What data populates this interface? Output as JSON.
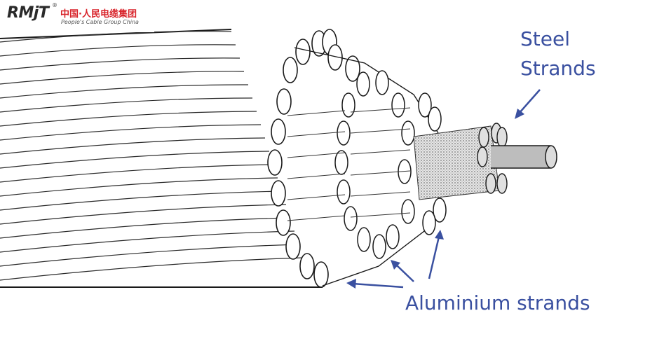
{
  "logo": {
    "brand": "RMjT",
    "registered_mark": "®",
    "chinese_name": "中国·人民电缆集团",
    "english_name": "People's Cable Group China"
  },
  "labels": {
    "steel_line1": "Steel",
    "steel_line2": "Strands",
    "aluminium": "Aluminium strands"
  },
  "colors": {
    "label_text": "#3a50a0",
    "arrow": "#3a50a0",
    "brand_red": "#d8232a",
    "line": "#1a1a1a"
  }
}
